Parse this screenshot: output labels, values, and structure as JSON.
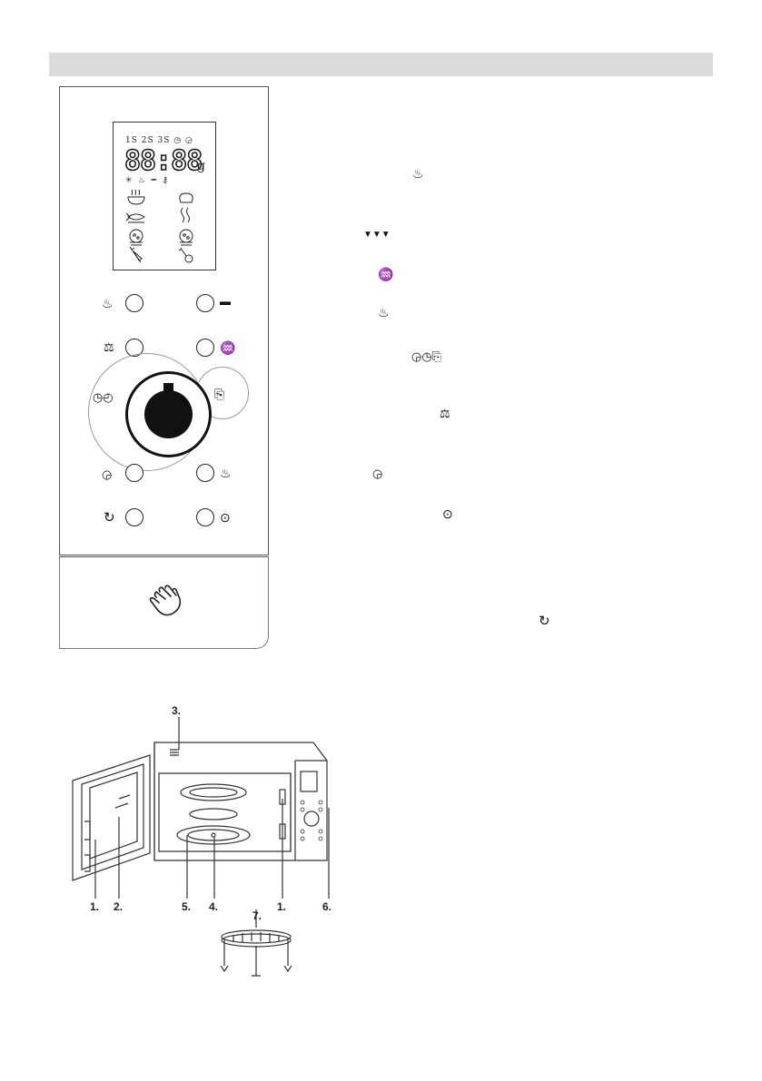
{
  "panel": {
    "display": {
      "memory_row": "1S 2S 3S ◷ ◶",
      "digits": "88:88",
      "unit": "g",
      "mode_row": "✳ ♨ ━ ⚷"
    },
    "buttons": {
      "microwave_icon": "microwave-waves-icon",
      "grill_icon": "grill-bar-icon",
      "weight_icon": "weight-scale-icon",
      "combi1_icon": "combi-grill-1-icon",
      "clock_icon": "clock-timer-icon",
      "menu_icon": "auto-menu-icon",
      "delay_icon": "delay-start-icon",
      "combi2_icon": "combi-grill-2-icon",
      "start_icon": "start-icon",
      "stop_icon": "stop-icon",
      "door_icon": "hand-door-open-icon"
    }
  },
  "diagram": {
    "callouts": [
      "3.",
      "1.",
      "2.",
      "5.",
      "4.",
      "1.",
      "6.",
      "7."
    ]
  }
}
